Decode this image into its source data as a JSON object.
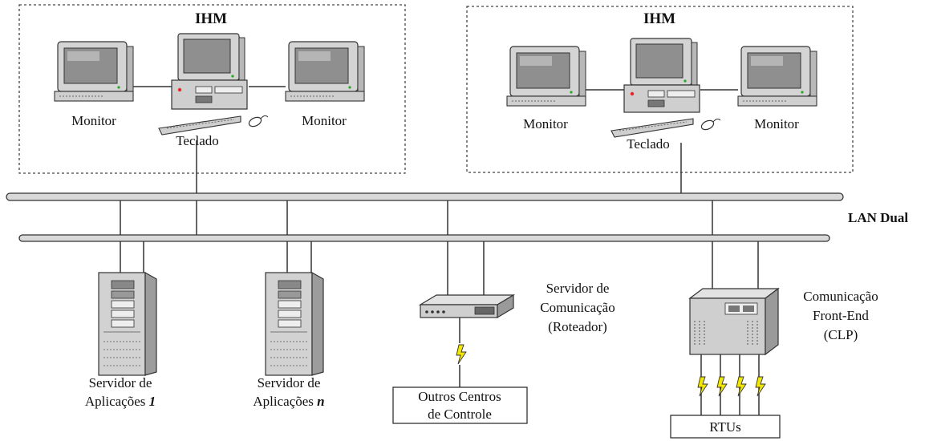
{
  "hmi_left": {
    "title": "IHM",
    "monitor_left": "Monitor",
    "monitor_right": "Monitor",
    "keyboard": "Teclado"
  },
  "hmi_right": {
    "title": "IHM",
    "monitor_left": "Monitor",
    "monitor_right": "Monitor",
    "keyboard": "Teclado"
  },
  "network": {
    "label": "LAN Dual"
  },
  "servers": {
    "app1": {
      "line1": "Servidor de",
      "line2_prefix": "Aplicações ",
      "line2_suffix": "1"
    },
    "appn": {
      "line1": "Servidor de",
      "line2_prefix": "Aplicações ",
      "line2_suffix": "n"
    },
    "router": {
      "line1": "Servidor de",
      "line2": "Comunicação",
      "line3": "(Roteador)"
    },
    "frontend": {
      "line1": "Comunicação",
      "line2": "Front-End",
      "line3": "(CLP)"
    }
  },
  "endpoints": {
    "other_centers": {
      "line1": "Outros Centros",
      "line2": "de Controle"
    },
    "rtus": "RTUs"
  },
  "colors": {
    "cable": "#333333",
    "bus_fill": "#d9d9d9",
    "screen": "#8f8f8f",
    "device_body": "#d0d0d0",
    "device_dark": "#9a9a9a",
    "lightning": "#f3e600"
  }
}
